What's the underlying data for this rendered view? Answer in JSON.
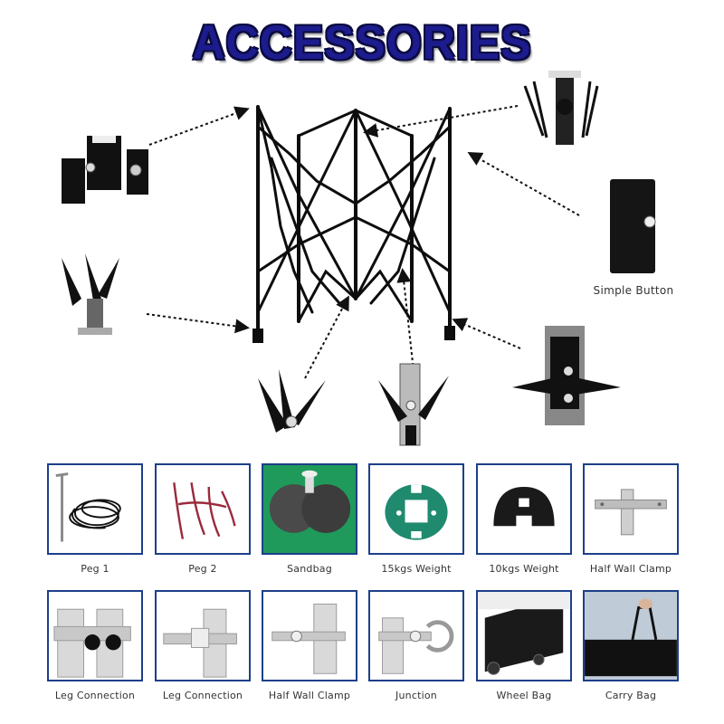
{
  "title": "ACCESSORIES",
  "callout": {
    "label": "Simple Button"
  },
  "accessories": [
    {
      "label": "Peg 1",
      "icon": "peg-cord-icon"
    },
    {
      "label": "Peg 2",
      "icon": "peg-strap-icon"
    },
    {
      "label": "Sandbag",
      "icon": "sandbag-icon"
    },
    {
      "label": "15kgs Weight",
      "icon": "round-weight-icon"
    },
    {
      "label": "10kgs Weight",
      "icon": "horseshoe-weight-icon"
    },
    {
      "label": "Half Wall Clamp",
      "icon": "half-wall-clamp-icon"
    },
    {
      "label": "Leg Connection",
      "icon": "leg-connection-knob-icon"
    },
    {
      "label": "Leg Connection",
      "icon": "leg-connection-plate-icon"
    },
    {
      "label": "Half Wall Clamp",
      "icon": "half-wall-clamp-round-icon"
    },
    {
      "label": "Junction",
      "icon": "junction-icon"
    },
    {
      "label": "Wheel Bag",
      "icon": "wheel-bag-icon"
    },
    {
      "label": "Carry Bag",
      "icon": "carry-bag-icon"
    }
  ],
  "colors": {
    "title": "#1c1c8e",
    "frame": "#0d0d0d",
    "border": "#1d3f8a",
    "sandbag_bg": "#1f9a5b"
  }
}
